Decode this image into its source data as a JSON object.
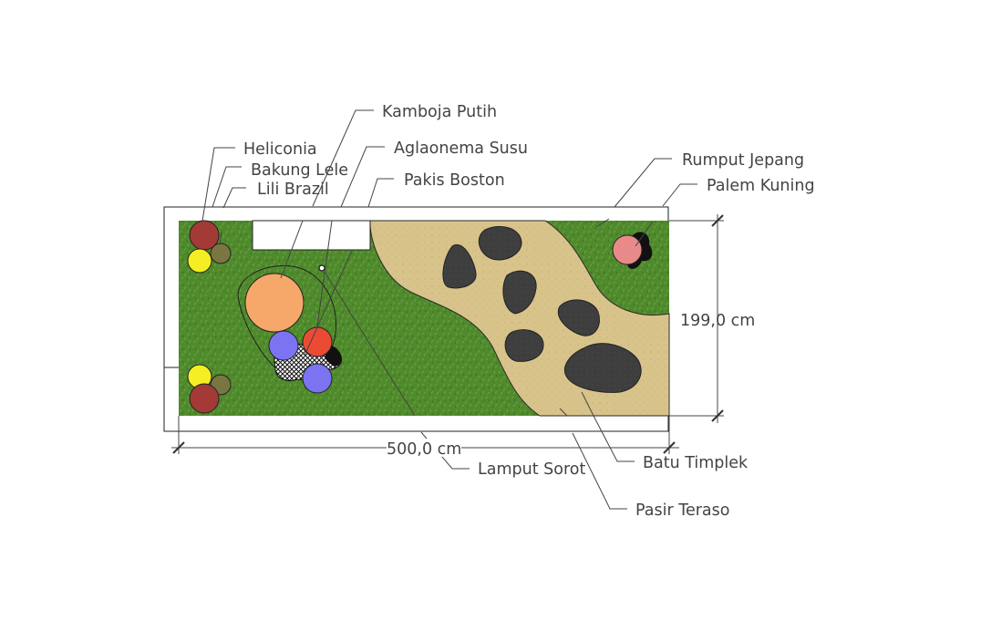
{
  "labels": {
    "kamboja_putih": "Kamboja Putih",
    "heliconia": "Heliconia",
    "aglaonema_susu": "Aglaonema Susu",
    "bakung_lele": "Bakung Lele",
    "lili_brazil": "Lili Brazil",
    "pakis_boston": "Pakis Boston",
    "rumput_jepang": "Rumput Jepang",
    "palem_kuning": "Palem Kuning",
    "lampu_sorot": "Lamput Sorot",
    "batu_timplek": "Batu Timplek",
    "pasir_teraso": "Pasir Teraso"
  },
  "dimensions": {
    "width": "500,0 cm",
    "height": "199,0 cm"
  },
  "colors": {
    "grass": "#4f8a2c",
    "sand": "#d8c38b",
    "stone": "#3e3e3e",
    "heliconia": "#a33a35",
    "bakung_lele": "#7a7642",
    "lili_brazil": "#f4ee22",
    "kamboja_putih": "#f6a86a",
    "aglaonema_purple": "#7b73f2",
    "aglaonema_red": "#ec4b33",
    "palem_kuning": "#e88a8a"
  }
}
